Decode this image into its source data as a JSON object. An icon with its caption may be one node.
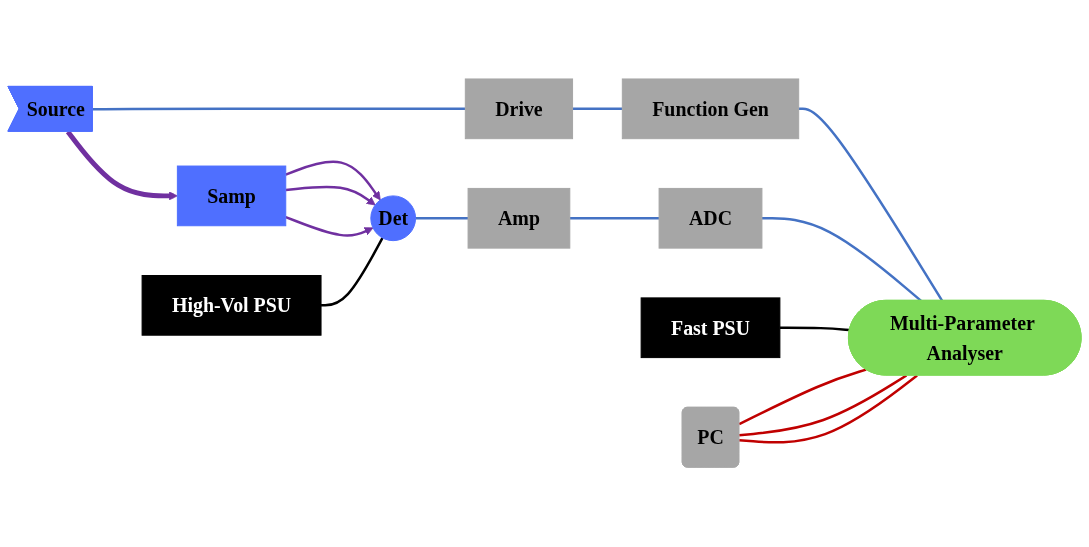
{
  "diagram": {
    "nodes": [
      {
        "text": [
          "Source"
        ]
      },
      {
        "text": [
          "Samp"
        ]
      },
      {
        "text": [
          "Det"
        ]
      },
      {
        "text": [
          "High-Vol PSU"
        ]
      },
      {
        "text": [
          "Drive"
        ]
      },
      {
        "text": [
          "Amp"
        ]
      },
      {
        "text": [
          "Function Gen"
        ]
      },
      {
        "text": [
          "ADC"
        ]
      },
      {
        "text": [
          "Fast PSU"
        ]
      },
      {
        "text": [
          "PC"
        ]
      },
      {
        "text": [
          "Multi-Parameter Analyser"
        ]
      }
    ],
    "edges": [
      {
        "from": 0,
        "to": 1,
        "arrow": "to",
        "style": "thick",
        "color": "#7030a0"
      },
      {
        "from": 1,
        "to": 2,
        "arrow": "to",
        "color": "#7030a0"
      },
      {
        "from": 1,
        "to": 2,
        "arrow": "to",
        "color": "#7030a0"
      },
      {
        "from": 1,
        "to": 2,
        "arrow": "to",
        "color": "#7030a0"
      },
      {
        "from": 0,
        "to": 4,
        "arrow": "none"
      },
      {
        "from": 3,
        "to": 2,
        "arrow": "none",
        "color": "#000000"
      },
      {
        "from": 2,
        "to": 5,
        "arrow": "none"
      },
      {
        "from": 5,
        "to": 7,
        "arrow": "none"
      },
      {
        "from": 4,
        "to": 6,
        "arrow": "none"
      },
      {
        "from": 6,
        "to": 10,
        "arrow": "none"
      },
      {
        "from": 7,
        "to": 10,
        "arrow": "none"
      },
      {
        "from": 8,
        "to": 10,
        "arrow": "none",
        "color": "#000000"
      },
      {
        "from": 9,
        "to": 10,
        "arrow": "none",
        "color": "#c00000"
      },
      {
        "from": 9,
        "to": 10,
        "arrow": "none",
        "color": "#c00000"
      },
      {
        "from": 9,
        "to": 10,
        "arrow": "none",
        "color": "#c00000"
      }
    ]
  }
}
